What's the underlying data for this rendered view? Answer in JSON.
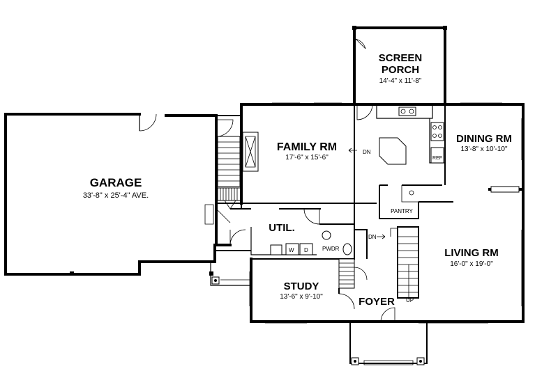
{
  "rooms": {
    "screen_porch": {
      "name_line1": "SCREEN",
      "name_line2": "PORCH",
      "size": "14'-4\" x 11'-8\""
    },
    "family": {
      "name": "FAMILY RM",
      "size": "17'-6\" x 15'-6\""
    },
    "dining": {
      "name": "DINING RM",
      "size": "13'-8\" x 10'-10\""
    },
    "garage": {
      "name": "GARAGE",
      "size": "33'-8\" x 25'-4\" AVE."
    },
    "util": {
      "name": "UTIL."
    },
    "living": {
      "name": "LIVING RM",
      "size": "16'-0\" x 19'-0\""
    },
    "study": {
      "name": "STUDY",
      "size": "13'-6\" x 9'-10\""
    },
    "foyer": {
      "name": "FOYER"
    }
  },
  "labels": {
    "pantry": "PANTRY",
    "pwdr": "PWDR",
    "ref": "REF",
    "dn_kitchen": "DN",
    "dn_hall": "DN",
    "up": "UP",
    "washer": "W",
    "dryer": "D"
  },
  "colors": {
    "ink": "#000000",
    "paper": "#ffffff"
  }
}
